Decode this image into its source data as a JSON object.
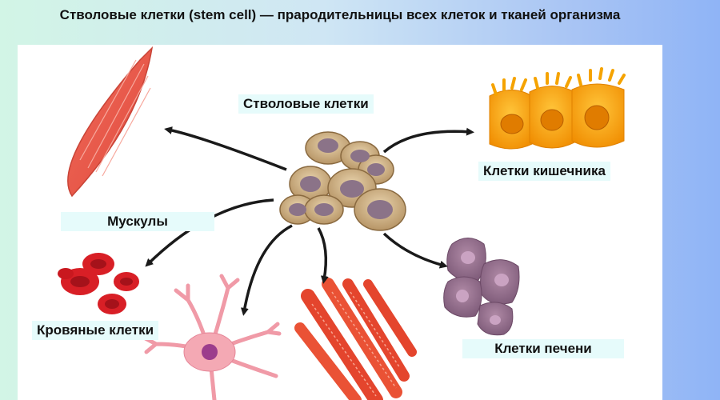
{
  "title": "Стволовые клетки (stem cell) — прародительницы всех клеток и тканей организма",
  "labels": {
    "stem": "Стволовые клетки",
    "muscle": "Мускулы",
    "intestine": "Клетки кишечника",
    "blood": "Кровяные клетки",
    "liver": "Клетки печени"
  }
}
